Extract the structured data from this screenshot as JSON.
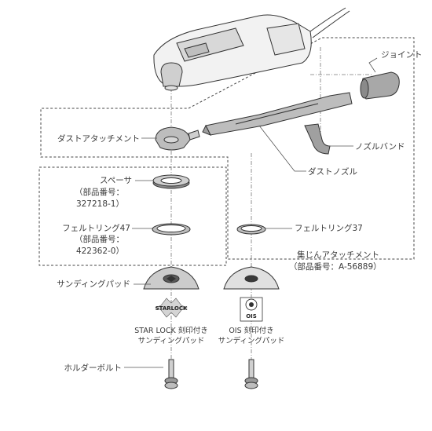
{
  "labels": {
    "joint": "ジョイント",
    "nozzle_band": "ノズルバンド",
    "dust_attachment": "ダストアタッチメント",
    "dust_nozzle": "ダストノズル",
    "spacer": "スペーサ",
    "spacer_part_label": "（部品番号：",
    "spacer_part_no": "327218-1）",
    "felt_ring_47": "フェルトリング47",
    "felt47_part_label": "（部品番号：",
    "felt47_part_no": "422362-0）",
    "felt_ring_37": "フェルトリング37",
    "dust_collect_attachment": "集じんアタッチメント",
    "dust_collect_part_no": "（部品番号：A-56889）",
    "sanding_pad": "サンディングパッド",
    "starlock_logo": "STARLOCK",
    "starlock_pad_line1": "STAR LOCK 刻印付き",
    "starlock_pad_line2": "サンディングパッド",
    "ois_logo": "OIS",
    "ois_pad_line1": "OIS 刻印付き",
    "ois_pad_line2": "サンディングパッド",
    "holder_bolt": "ホルダーボルト"
  }
}
